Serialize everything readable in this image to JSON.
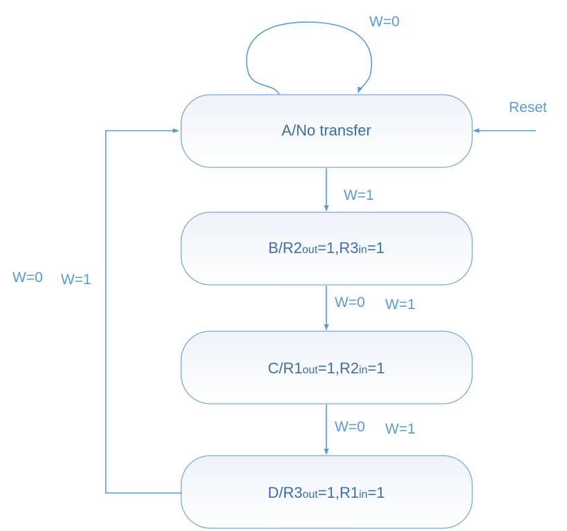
{
  "states": {
    "a": {
      "name": "A",
      "label": "No transfer"
    },
    "b": {
      "name": "B",
      "r_out": "R2",
      "r_in": "R3",
      "out_sub": "out",
      "in_sub": "in",
      "eq1": "=1,",
      "eq2": "=1"
    },
    "c": {
      "name": "C",
      "r_out": "R1",
      "r_in": "R2",
      "out_sub": "out",
      "in_sub": "in",
      "eq1": "=1,",
      "eq2": "=1"
    },
    "d": {
      "name": "D",
      "r_out": "R3",
      "r_in": "R1",
      "out_sub": "out",
      "in_sub": "in",
      "eq1": "=1,",
      "eq2": "=1"
    }
  },
  "slash": "/",
  "transitions": {
    "a_self": "W=0",
    "reset": "Reset",
    "a_to_b": "W=1",
    "b_to_c_w0": "W=0",
    "b_to_c_w1": "W=1",
    "c_to_d_w0": "W=0",
    "c_to_d_w1": "W=1",
    "d_to_a_w0": "W=0",
    "d_to_a_w1": "W=1"
  },
  "colors": {
    "edge": "#5b9bd5",
    "state_text": "#3d6fa6",
    "box_border": "#7ea6d2"
  }
}
